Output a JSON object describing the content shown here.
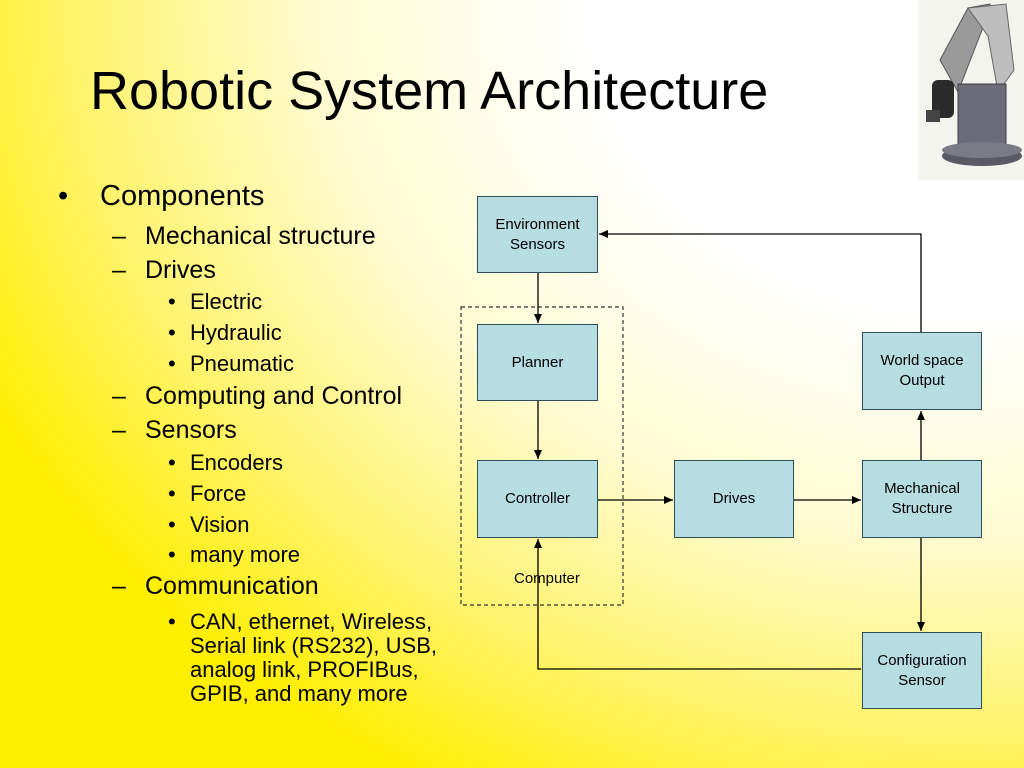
{
  "title": "Robotic System Architecture",
  "bullets": {
    "components": "Components",
    "mechanical_structure": "Mechanical structure",
    "drives": "Drives",
    "drives_items": [
      "Electric",
      "Hydraulic",
      "Pneumatic"
    ],
    "computing_control": "Computing and Control",
    "sensors": "Sensors",
    "sensors_items": [
      "Encoders",
      "Force",
      "Vision",
      "many more"
    ],
    "communication": "Communication",
    "communication_item_lines": [
      "CAN, ethernet, Wireless,",
      "Serial link (RS232), USB,",
      "analog link, PROFIBus,",
      "GPIB, and many more"
    ]
  },
  "diagram": {
    "environment_sensors": "Environment\nSensors",
    "planner": "Planner",
    "controller": "Controller",
    "drives": "Drives",
    "mechanical_structure": "Mechanical\nStructure",
    "world_space_output": "World space\nOutput",
    "configuration_sensor": "Configuration\nSensor",
    "computer_label": "Computer"
  },
  "colors": {
    "box_fill": "#b6dde2",
    "box_border": "#2d4f57",
    "background_highlight": "#ffee00"
  },
  "icons": {
    "robot": "robot-arm-icon"
  }
}
